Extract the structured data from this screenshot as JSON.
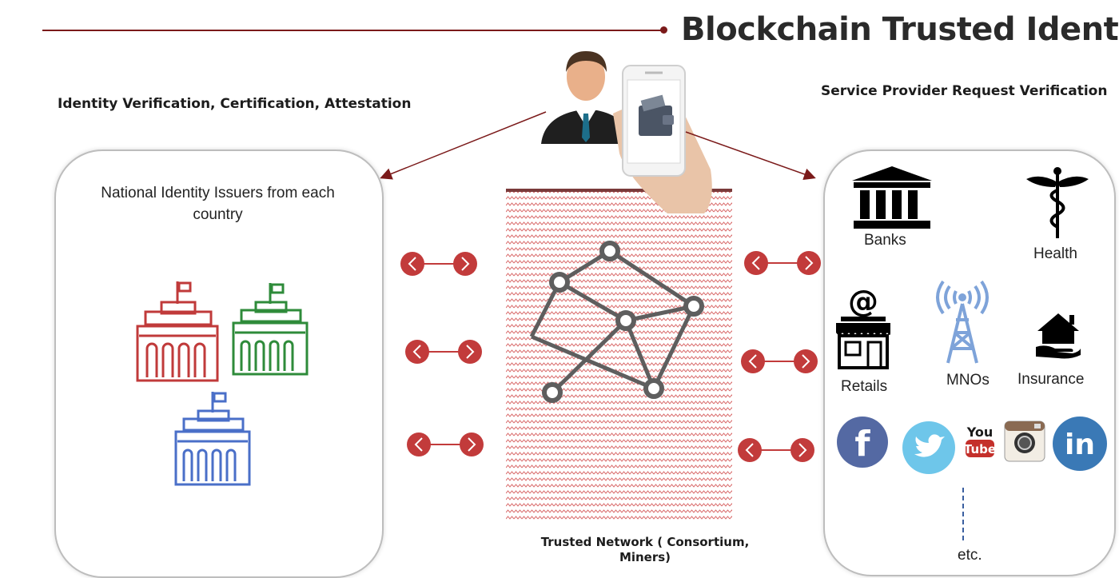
{
  "header": {
    "title": "Blockchain Trusted Identity",
    "left_heading": "Identity Verification, Certification, Attestation",
    "right_heading": "Service Provider Request Verification"
  },
  "left_panel": {
    "text": "National Identity Issuers from each country",
    "buildings": [
      {
        "icon": "government-building-icon",
        "color": "#c03a3a"
      },
      {
        "icon": "government-building-icon",
        "color": "#2e8b3a"
      },
      {
        "icon": "government-building-icon",
        "color": "#4a6fc8"
      }
    ]
  },
  "center": {
    "caption": "Trusted Network ( Consortium, Miners)"
  },
  "right_panel": {
    "providers": [
      {
        "label": "Banks",
        "icon": "bank-icon"
      },
      {
        "label": "Health",
        "icon": "caduceus-icon"
      },
      {
        "label": "Retails",
        "icon": "store-icon"
      },
      {
        "label": "MNOs",
        "icon": "antenna-tower-icon"
      },
      {
        "label": "Insurance",
        "icon": "house-hand-icon"
      }
    ],
    "social": [
      {
        "icon": "facebook-icon",
        "text": "f",
        "color": "#5469a3"
      },
      {
        "icon": "twitter-icon",
        "text": "",
        "color": "#6ec6ea"
      },
      {
        "icon": "youtube-icon",
        "text_top": "You",
        "text_bottom": "Tube",
        "color": "#c4302b"
      },
      {
        "icon": "instagram-icon",
        "text": "",
        "color": "#8a6a52"
      },
      {
        "icon": "linkedin-icon",
        "text": "in",
        "color": "#3a79b6"
      }
    ],
    "etc": "etc."
  },
  "colors": {
    "accent": "#7b1a1a",
    "connector": "#c23b3b",
    "network_pattern": "#d96b6b",
    "network_graph": "#5e5e5e"
  }
}
